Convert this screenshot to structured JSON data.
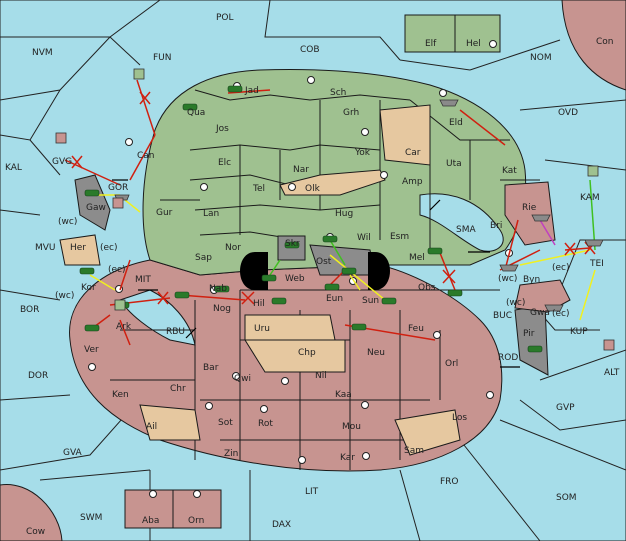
{
  "colors": {
    "sea": "#a6dde9",
    "green": "#9fc190",
    "red": "#c79490",
    "tan": "#e6c8a0",
    "grey": "#8c8c8c",
    "border": "#1a1a1a",
    "order_red": "#d02010",
    "order_yellow": "#f0f020",
    "order_green": "#40c020",
    "order_magenta": "#c040c0",
    "army_green": "#2a7a2a"
  },
  "sea_labels": {
    "pol": "POL",
    "nvm": "NVM",
    "fun": "FUN",
    "cob": "COB",
    "nom": "NOM",
    "ovd": "OVD",
    "kal": "KAL",
    "mvu": "MVU",
    "kam": "KAM",
    "bor": "BOR",
    "mit": "MIT",
    "rbu": "RBU",
    "sma": "SMA",
    "buc": "BUC",
    "kup": "KUP",
    "rod": "ROD",
    "dor": "DOR",
    "gvp": "GVP",
    "gva": "GVA",
    "fro": "FRO",
    "som": "SOM",
    "swm": "SWM",
    "lit": "LIT",
    "dax": "DAX",
    "alt": "ALT",
    "con": "Con",
    "cow": "Cow",
    "gvg": "GVG"
  },
  "land_labels": {
    "jad": "Jad",
    "sch": "Sch",
    "qua": "Qua",
    "jos": "Jos",
    "grh": "Grh",
    "eld": "Eld",
    "can": "Can",
    "elc": "Elc",
    "nar": "Nar",
    "yok": "Yok",
    "car": "Car",
    "uta": "Uta",
    "kat": "Kat",
    "tel": "Tel",
    "olk": "Olk",
    "amp": "Amp",
    "gur": "Gur",
    "lan": "Lan",
    "hug": "Hug",
    "bri": "Bri",
    "rie": "Rie",
    "gaw": "Gaw",
    "gor": "GOR",
    "nor": "Nor",
    "skr": "Skr",
    "wil": "Wil",
    "esm": "Esm",
    "sap": "Sap",
    "web": "Web",
    "ost": "Ost",
    "mel": "Mel",
    "her": "Her",
    "kor": "Kor",
    "nab": "Nab",
    "hil": "Hil",
    "eun": "Eun",
    "sun": "Sun",
    "obs": "Obs",
    "byn": "Byn",
    "tei": "TEI",
    "nog": "Nog",
    "ark": "Ark",
    "uru": "Uru",
    "feu": "Feu",
    "ver": "Ver",
    "gwa": "Gwa",
    "pir": "Pir",
    "bar": "Bar",
    "chp": "Chp",
    "neu": "Neu",
    "orl": "Orl",
    "ken": "Ken",
    "qwi": "Qwi",
    "nil": "Nil",
    "chr": "Chr",
    "kaa": "Kaa",
    "sot": "Sot",
    "rot": "Rot",
    "mou": "Mou",
    "los": "Los",
    "ail": "Ail",
    "zin": "Zin",
    "kar": "Kar",
    "sam": "Sam",
    "elf": "Elf",
    "hel": "Hel",
    "aba": "Aba",
    "orn": "Orn"
  },
  "coast_labels": {
    "wc1": "(wc)",
    "ec1": "(ec)",
    "ec2": "(ec)",
    "wc2": "(wc)",
    "wc3": "(wc)",
    "ec3": "(ec)",
    "wc4": "(wc)",
    "ec4": "(ec)"
  }
}
